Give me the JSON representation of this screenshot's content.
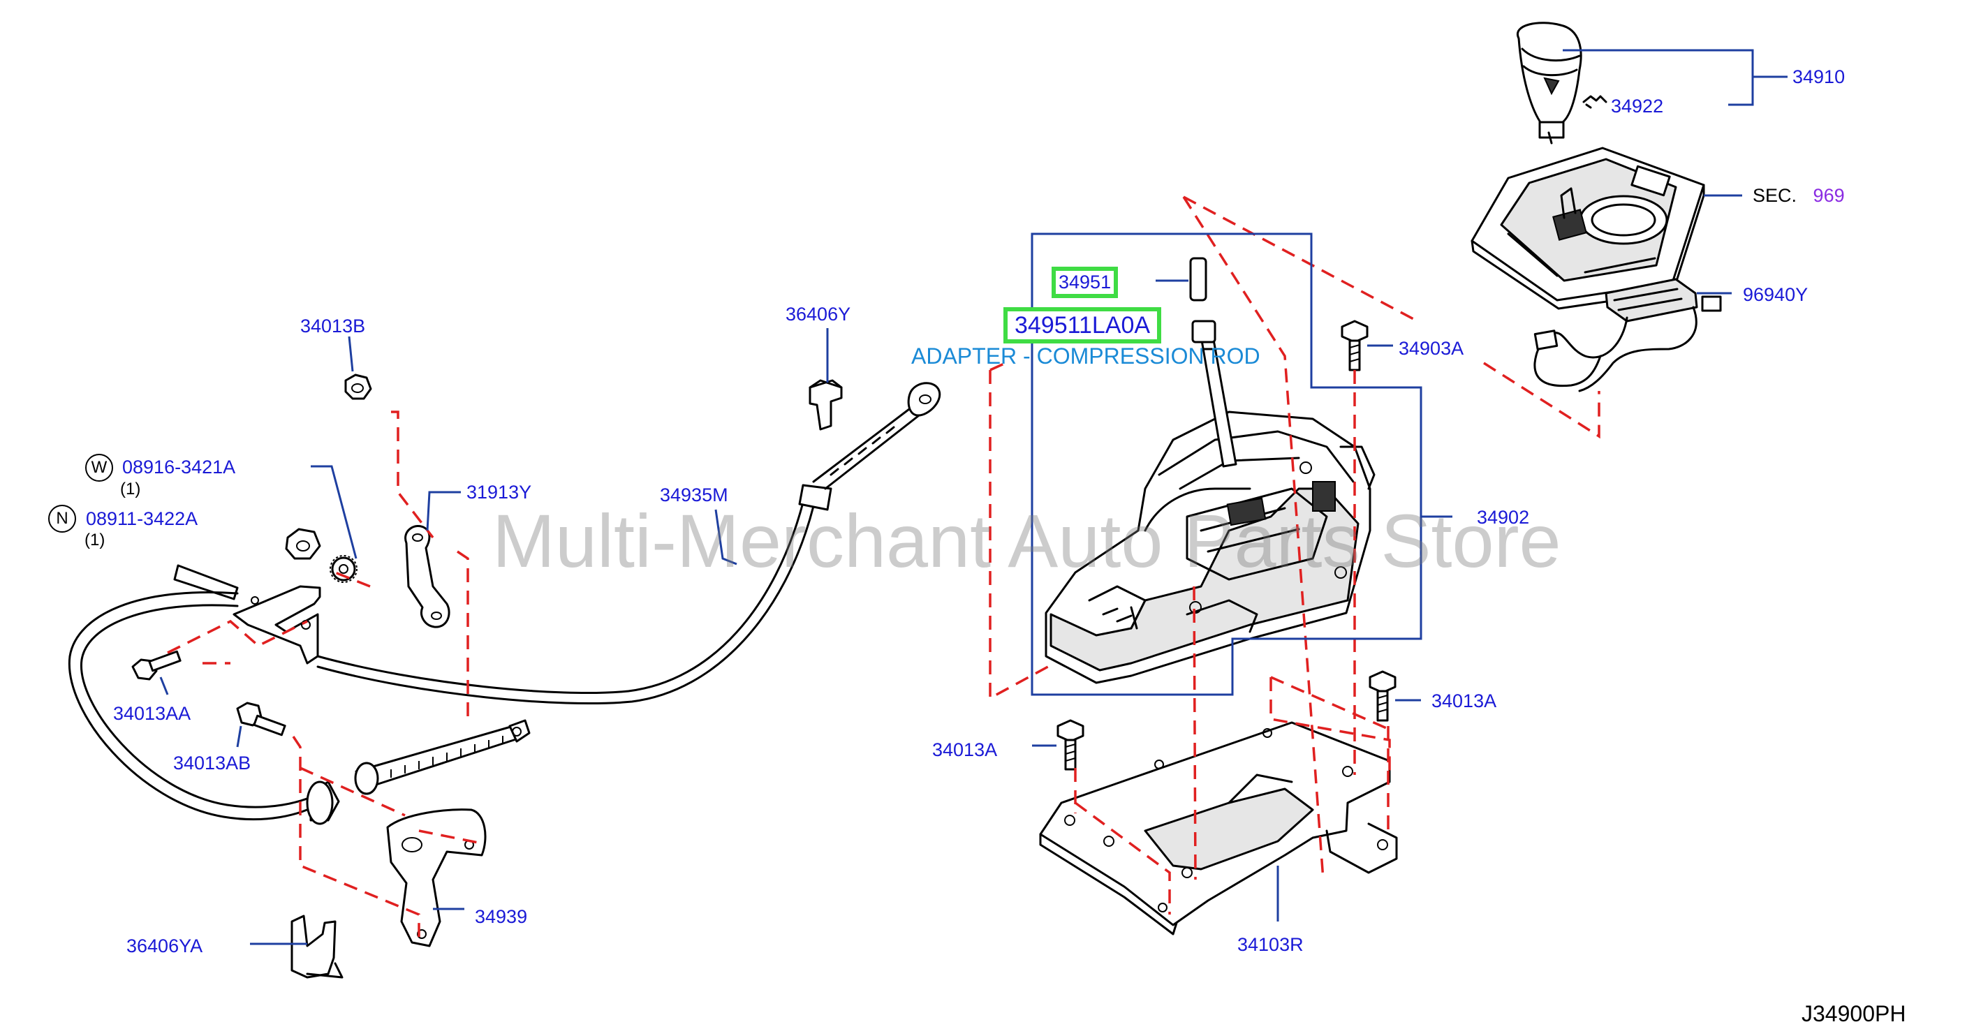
{
  "watermark": "Multi-Merchant Auto Parts Store",
  "diagram_code": "J34900PH",
  "highlight": {
    "part_number": "34951",
    "replacement_number": "349511LA0A",
    "description": "ADAPTER - COMPRESSION ROD"
  },
  "labels": {
    "l_34910": "34910",
    "l_34922": "34922",
    "sec_prefix": "SEC.",
    "sec_number": "969",
    "l_96940Y": "96940Y",
    "l_34903A": "34903A",
    "l_34902": "34902",
    "l_34013A_right": "34013A",
    "l_34013A_left": "34013A",
    "l_34103R": "34103R",
    "l_36406Y": "36406Y",
    "l_34935M": "34935M",
    "l_34013B": "34013B",
    "l_31913Y": "31913Y",
    "w_circle": "W",
    "w_part": "08916-3421A",
    "w_qty": "(1)",
    "n_circle": "N",
    "n_part": "08911-3422A",
    "n_qty": "(1)",
    "l_34013AA": "34013AA",
    "l_34013AB": "34013AB",
    "l_34939": "34939",
    "l_36406YA": "36406YA"
  },
  "colors": {
    "label_blue": "#1a1ad6",
    "leader_blue": "#1e3fa0",
    "dash_red": "#e02020",
    "highlight_green": "#3fdc44",
    "adapter_blue": "#1a8ad6",
    "sec_purple": "#8a2be2"
  }
}
